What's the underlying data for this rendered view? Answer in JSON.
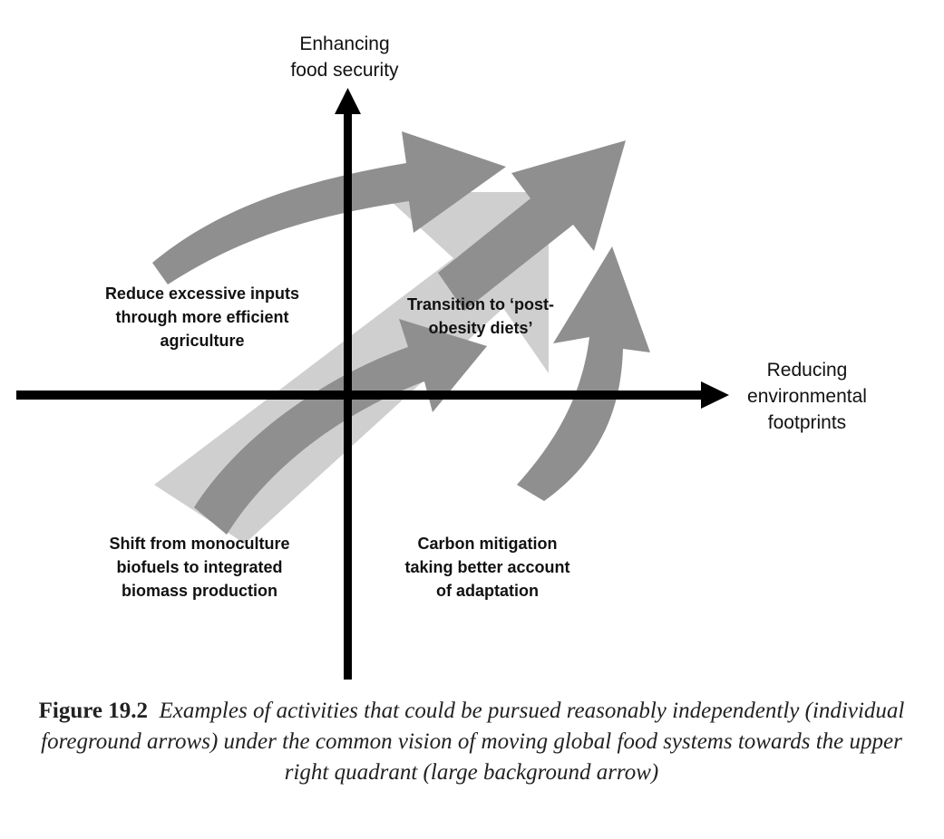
{
  "axes": {
    "y_label": "Enhancing\nfood security",
    "x_label": "Reducing\nenvironmental\nfootprints"
  },
  "quadrant_labels": {
    "reduce_inputs": "Reduce excessive inputs\nthrough more efficient\nagriculture",
    "post_obesity": "Transition to ‘post-\nobesity diets’",
    "biofuels": "Shift from monoculture\nbiofuels to integrated\nbiomass production",
    "carbon": "Carbon mitigation\ntaking better account\nof adaptation"
  },
  "caption": {
    "figure_number": "Figure 19.2",
    "text": "Examples of activities that could be pursued reasonably independently (individual foreground arrows) under the common vision of moving global food systems towards the upper right quadrant (large background arrow)"
  },
  "colors": {
    "axis": "#000000",
    "background_arrow": "#cfcfcf",
    "foreground_arrow": "#8f8f8f",
    "text": "#111111"
  }
}
